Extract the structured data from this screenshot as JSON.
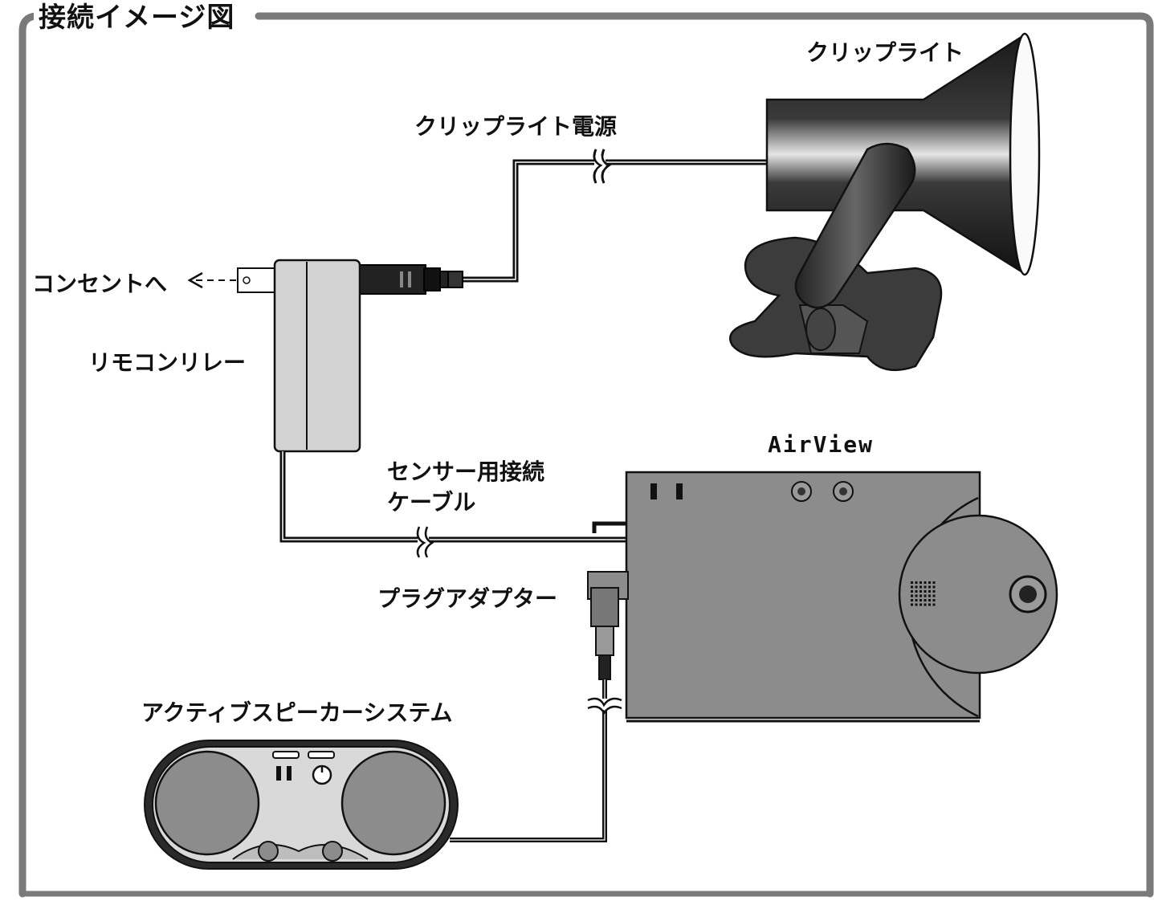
{
  "title": "接続イメージ図",
  "labels": {
    "clip_light": "クリップライト",
    "clip_light_power": "クリップライト電源",
    "outlet": "コンセントへ",
    "remote_relay": "リモコンリレー",
    "sensor_cable_line1": "センサー用接続",
    "sensor_cable_line2": "ケーブル",
    "airview": "AirView",
    "plug_adapter": "プラグアダプター",
    "speaker_system": "アクティブスピーカーシステム"
  },
  "colors": {
    "frame": "#7a7a7a",
    "device_gray": "#8c8c8c",
    "relay_gray": "#d2d2d2",
    "cable": "#111111",
    "speaker_body": "#d9d9d9"
  }
}
